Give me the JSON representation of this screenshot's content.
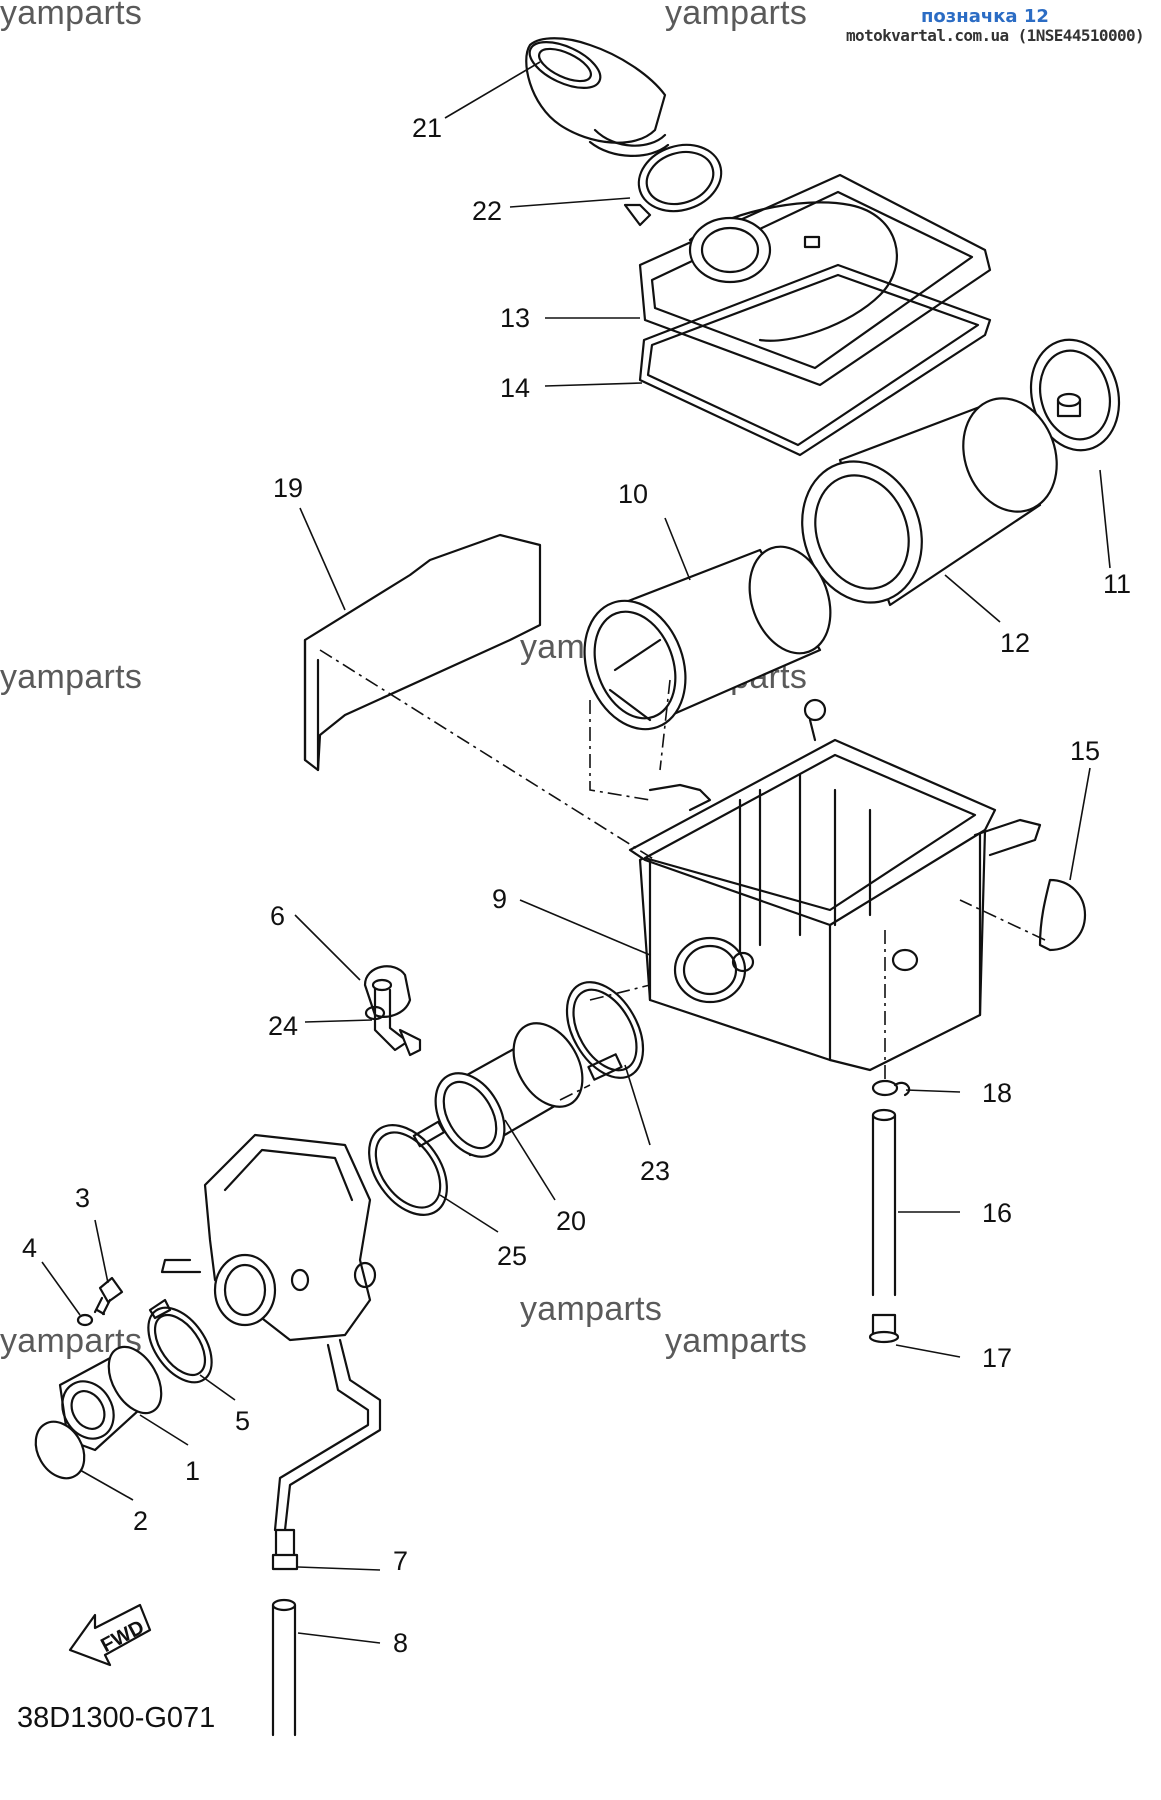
{
  "header": {
    "reference_label": "позначка 12",
    "source_line": "motokvartal.com.ua (1NSE44510000)"
  },
  "watermark": "yamparts",
  "callouts": {
    "c1": "1",
    "c2": "2",
    "c3": "3",
    "c4": "4",
    "c5": "5",
    "c6": "6",
    "c7": "7",
    "c8": "8",
    "c9": "9",
    "c10": "10",
    "c11": "11",
    "c12": "12",
    "c13": "13",
    "c14": "14",
    "c15": "15",
    "c16": "16",
    "c17": "17",
    "c18": "18",
    "c19": "19",
    "c20": "20",
    "c21": "21",
    "c22": "22",
    "c23": "23",
    "c24": "24",
    "c25": "25"
  },
  "fwd_label": "FWD",
  "diagram_code": "38D1300-G071"
}
